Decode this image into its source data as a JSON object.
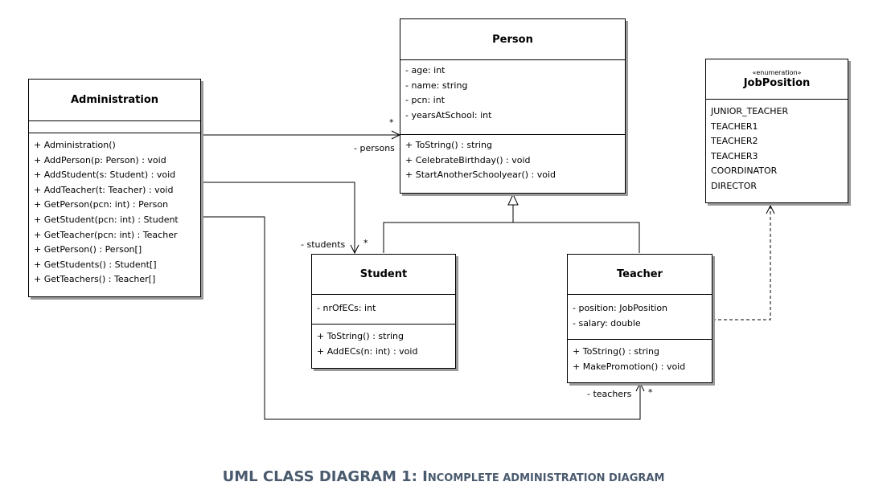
{
  "classes": {
    "administration": {
      "name": "Administration",
      "attributes": [],
      "operations": [
        "+ Administration()",
        "+ AddPerson(p: Person) : void",
        "+ AddStudent(s: Student) : void",
        "+ AddTeacher(t: Teacher) : void",
        "+ GetPerson(pcn: int) : Person",
        "+ GetStudent(pcn: int) : Student",
        "+ GetTeacher(pcn: int) : Teacher",
        "+ GetPerson() : Person[]",
        "+ GetStudents() : Student[]",
        "+ GetTeachers() : Teacher[]"
      ]
    },
    "person": {
      "name": "Person",
      "attributes": [
        "- age: int",
        "- name: string",
        "- pcn: int",
        "- yearsAtSchool: int"
      ],
      "operations": [
        "+ ToString() : string",
        "+ CelebrateBirthday() : void",
        "+ StartAnotherSchoolyear() : void"
      ]
    },
    "student": {
      "name": "Student",
      "attributes": [
        "- nrOfECs: int"
      ],
      "operations": [
        "+ ToString() : string",
        "+ AddECs(n: int) : void"
      ]
    },
    "teacher": {
      "name": "Teacher",
      "attributes": [
        "- position: JobPosition",
        "- salary: double"
      ],
      "operations": [
        "+ ToString() : string",
        "+ MakePromotion() : void"
      ]
    },
    "jobposition": {
      "stereotype": "«enumeration»",
      "name": "JobPosition",
      "literals": [
        "JUNIOR_TEACHER",
        "TEACHER1",
        "TEACHER2",
        "TEACHER3",
        "COORDINATOR",
        "DIRECTOR"
      ]
    }
  },
  "associations": {
    "persons_role": "- persons",
    "persons_mult": "*",
    "students_role": "- students",
    "students_mult": "*",
    "teachers_role": "- teachers",
    "teachers_mult": "*"
  },
  "caption": {
    "prefix": "UML CLASS DIAGRAM 1: I",
    "rest": "NCOMPLETE ADMINISTRATION DIAGRAM"
  }
}
